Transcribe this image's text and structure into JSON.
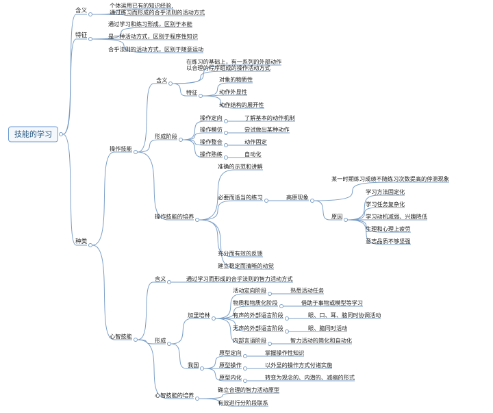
{
  "root": {
    "label": "技能的学习"
  },
  "branches": [
    {
      "label": "含义",
      "children": [
        {
          "label": "个体运用已有的知识经验,"
        },
        {
          "label": "通过练习而形成的合乎法则的活动方式"
        }
      ]
    },
    {
      "label": "特征",
      "children": [
        {
          "label": "通过学习和练习形成，区别于本能"
        },
        {
          "label": "是一种活动方式，区别于程序性知识"
        },
        {
          "label": "合乎法则的活动方式，区别于随意运动"
        }
      ]
    },
    {
      "label": "种类",
      "children": [
        {
          "label": "操作技能",
          "children": [
            {
              "label": "含义",
              "children": [
                {
                  "label": "在练习的基础上，有一系列的外部动作"
                },
                {
                  "label": "以合理的程序组成的操作活动方式"
                },
                {
                  "label": "特征",
                  "children": [
                    {
                      "label": "对象的物质性"
                    },
                    {
                      "label": "动作外显性"
                    },
                    {
                      "label": "动作结构的展开性"
                    }
                  ]
                }
              ]
            },
            {
              "label": "形成阶段",
              "children": [
                {
                  "label": "操作定向",
                  "children": [
                    {
                      "label": "了解基本的动作机制"
                    }
                  ]
                },
                {
                  "label": "操作模仿",
                  "children": [
                    {
                      "label": "尝试做出某种动作"
                    }
                  ]
                },
                {
                  "label": "操作整合",
                  "children": [
                    {
                      "label": "动作固定"
                    }
                  ]
                },
                {
                  "label": "操作熟练",
                  "children": [
                    {
                      "label": "自动化"
                    }
                  ]
                }
              ]
            },
            {
              "label": "操作技能的培养",
              "children": [
                {
                  "label": "准确的示范和讲解"
                },
                {
                  "label": "必要而适当的练习",
                  "children": [
                    {
                      "label": "高原现象",
                      "children": [
                        {
                          "label": "某一时期练习成绩不随练习次数提高的停滞现象"
                        },
                        {
                          "label": "原因",
                          "children": [
                            {
                              "label": "学习方法固定化"
                            },
                            {
                              "label": "学习任务复杂化"
                            },
                            {
                              "label": "学习动机减弱、兴趣降低"
                            },
                            {
                              "label": "生理和心理上疲劳"
                            },
                            {
                              "label": "意志品质不够坚强"
                            }
                          ]
                        }
                      ]
                    }
                  ]
                },
                {
                  "label": "充分而有效的反馈"
                },
                {
                  "label": "建立稳定而清晰的动觉"
                }
              ]
            }
          ]
        },
        {
          "label": "心智技能",
          "children": [
            {
              "label": "含义",
              "children": [
                {
                  "label": "通过学习而形成的合乎法则的智力活动方式"
                }
              ]
            },
            {
              "label": "形成",
              "children": [
                {
                  "label": "加里培林",
                  "children": [
                    {
                      "label": "活动定向阶段",
                      "children": [
                        {
                          "label": "熟悉活动任务"
                        }
                      ]
                    },
                    {
                      "label": "物质和物质化阶段",
                      "children": [
                        {
                          "label": "借助于事物或模型等学习"
                        }
                      ]
                    },
                    {
                      "label": "有声的外部语言阶段",
                      "children": [
                        {
                          "label": "眼、口、耳、脑同时协调活动"
                        }
                      ]
                    },
                    {
                      "label": "无声的外部语言阶段",
                      "children": [
                        {
                          "label": "眼、脑同时活动"
                        }
                      ]
                    },
                    {
                      "label": "内部言语阶段",
                      "children": [
                        {
                          "label": "智力活动的简化和自动化"
                        }
                      ]
                    }
                  ]
                },
                {
                  "label": "我国",
                  "children": [
                    {
                      "label": "原型定向",
                      "children": [
                        {
                          "label": "掌握操作性知识"
                        }
                      ]
                    },
                    {
                      "label": "原型操作",
                      "children": [
                        {
                          "label": "以外显的操作方式付诸实施"
                        }
                      ]
                    },
                    {
                      "label": "原型内化",
                      "children": [
                        {
                          "label": "转变为观念的、内潜的、减缩的形式"
                        }
                      ]
                    }
                  ]
                }
              ]
            },
            {
              "label": "心智技能的培养",
              "children": [
                {
                  "label": "确立合理的智力活动原型"
                },
                {
                  "label": "有效进行分阶段联系"
                }
              ]
            }
          ]
        }
      ]
    }
  ]
}
